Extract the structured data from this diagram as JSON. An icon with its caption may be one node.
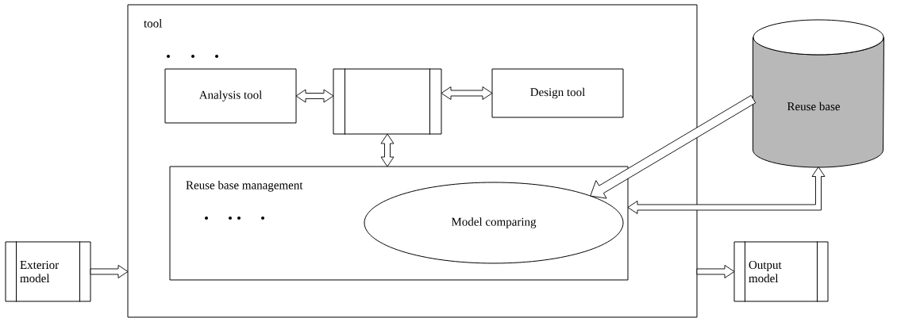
{
  "diagram": {
    "nodes": [
      {
        "text": [
          "tool"
        ]
      },
      {
        "text": [
          "Analysis tool"
        ],
        "in": 0
      },
      {
        "text": [],
        "shape": "box",
        "in": 0
      },
      {
        "text": [
          "Design tool"
        ],
        "in": 0
      },
      {
        "text": [
          "Reuse base management"
        ],
        "in": 0
      },
      {
        "text": [
          "Model comparing"
        ],
        "in": 4
      },
      {
        "text": [
          "Reuse base"
        ]
      },
      {
        "text": [
          "Exterior model"
        ]
      },
      {
        "text": [
          "Output model"
        ]
      }
    ],
    "edges": [
      {
        "from": 1,
        "to": 2,
        "arrow": "both"
      },
      {
        "from": 2,
        "to": 3,
        "arrow": "both"
      },
      {
        "from": 2,
        "to": 4,
        "arrow": "both"
      },
      {
        "from": 6,
        "to": 5,
        "arrow": "to"
      },
      {
        "from": 4,
        "to": 6,
        "arrow": "both"
      },
      {
        "from": 7,
        "to": 0,
        "arrow": "to"
      },
      {
        "from": 0,
        "to": 8,
        "arrow": "to"
      }
    ]
  }
}
